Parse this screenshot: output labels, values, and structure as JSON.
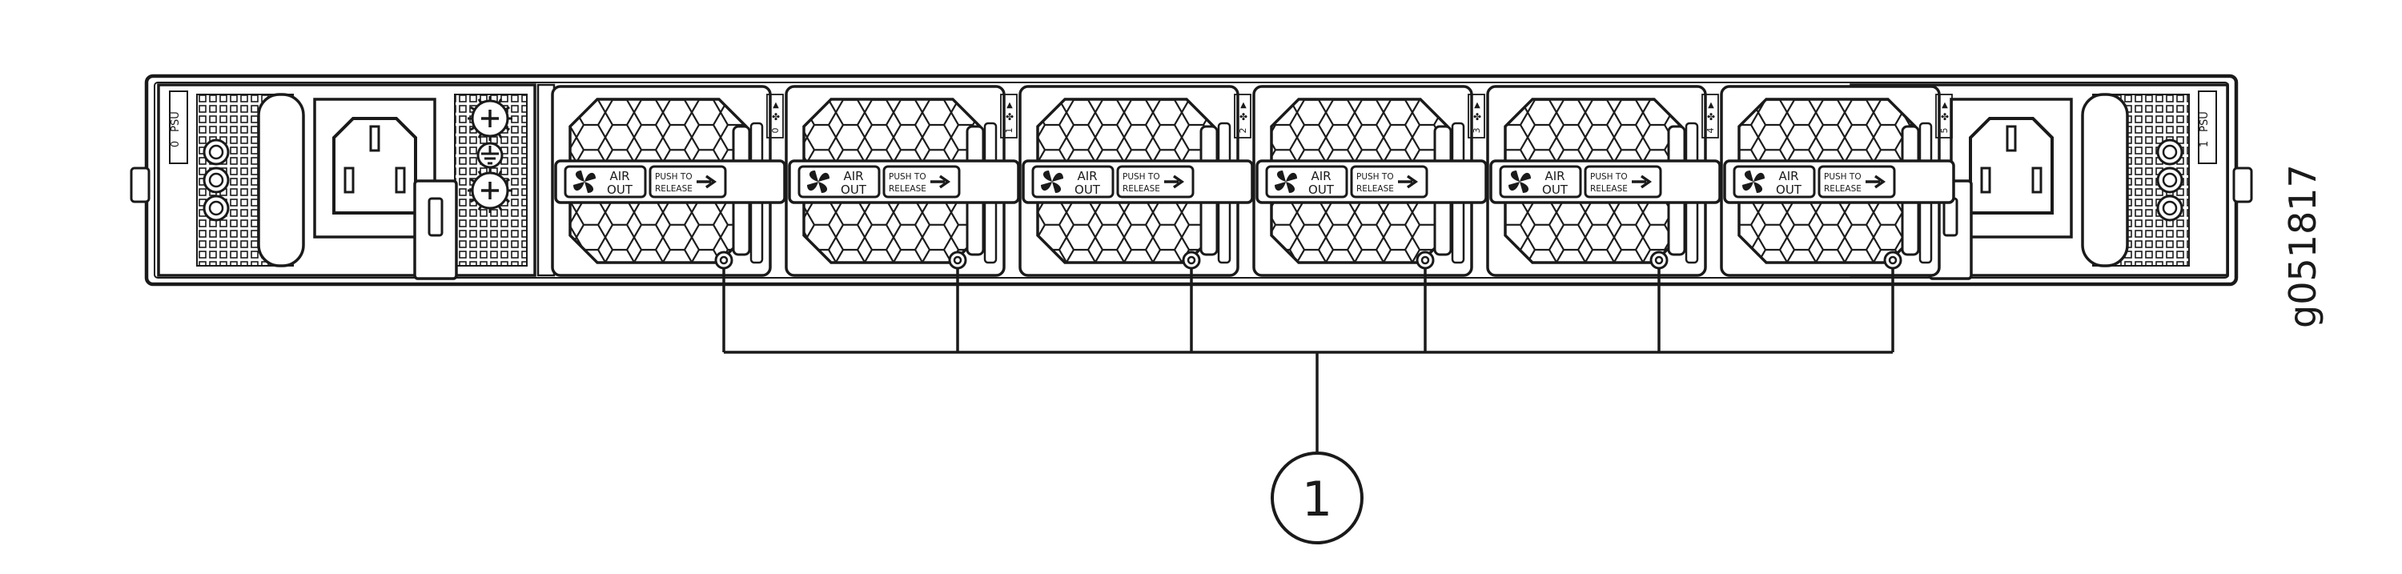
{
  "figure_id": "g051817",
  "callout": {
    "number": "1",
    "label": ""
  },
  "psu_left": {
    "label": "PSU",
    "index": "0"
  },
  "psu_right": {
    "label": "PSU",
    "index": "1"
  },
  "fan_modules": [
    {
      "index": "0",
      "air_label": "AIR",
      "out_label": "OUT",
      "push_line1": "PUSH TO",
      "push_line2": "RELEASE"
    },
    {
      "index": "1",
      "air_label": "AIR",
      "out_label": "OUT",
      "push_line1": "PUSH TO",
      "push_line2": "RELEASE"
    },
    {
      "index": "2",
      "air_label": "AIR",
      "out_label": "OUT",
      "push_line1": "PUSH TO",
      "push_line2": "RELEASE"
    },
    {
      "index": "3",
      "air_label": "AIR",
      "out_label": "OUT",
      "push_line1": "PUSH TO",
      "push_line2": "RELEASE"
    },
    {
      "index": "4",
      "air_label": "AIR",
      "out_label": "OUT",
      "push_line1": "PUSH TO",
      "push_line2": "RELEASE"
    },
    {
      "index": "5",
      "air_label": "AIR",
      "out_label": "OUT",
      "push_line1": "PUSH TO",
      "push_line2": "RELEASE"
    }
  ],
  "colors": {
    "stroke": "#1a1a1a",
    "background": "#ffffff"
  }
}
